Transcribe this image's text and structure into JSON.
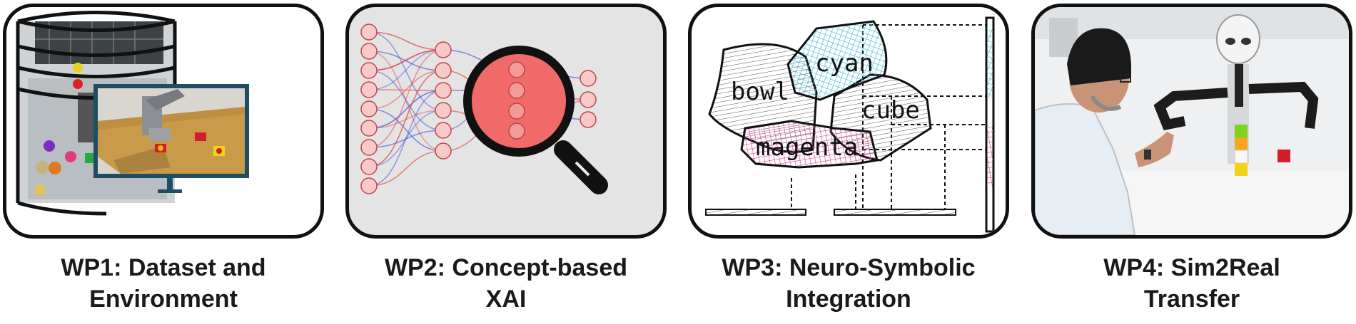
{
  "panels": [
    {
      "id": "wp1",
      "caption_line1": "WP1: Dataset and",
      "caption_line2": "Environment"
    },
    {
      "id": "wp2",
      "caption_line1": "WP2: Concept-based",
      "caption_line2": "XAI"
    },
    {
      "id": "wp3",
      "caption_line1": "WP3: Neuro-Symbolic",
      "caption_line2": "Integration",
      "concepts": {
        "cyan": "cyan",
        "bowl": "bowl",
        "cube": "cube",
        "magenta": "magenta"
      }
    },
    {
      "id": "wp4",
      "caption_line1": "WP4: Sim2Real",
      "caption_line2": "Transfer"
    }
  ],
  "colors": {
    "panel_border": "#111111",
    "wp2_background": "#e4e4e4",
    "neuron_fill": "#f7c9c9",
    "lens_fill": "#f06a6a",
    "cyan_hatch": "#37b7d6",
    "magenta_hatch": "#d0408f",
    "monitor_frame": "#1f4e63",
    "table_wood": "#c99a4a"
  }
}
